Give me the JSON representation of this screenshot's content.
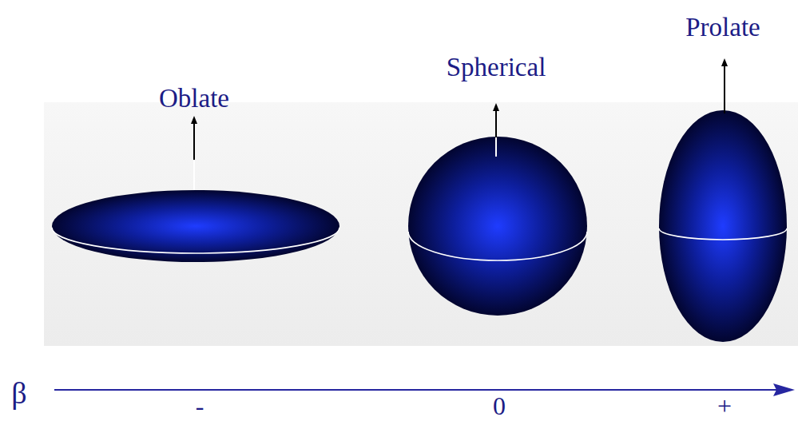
{
  "diagram": {
    "labels": [
      "Oblate",
      "Spherical",
      "Prolate",
      "β",
      "-",
      "0",
      "+"
    ]
  }
}
